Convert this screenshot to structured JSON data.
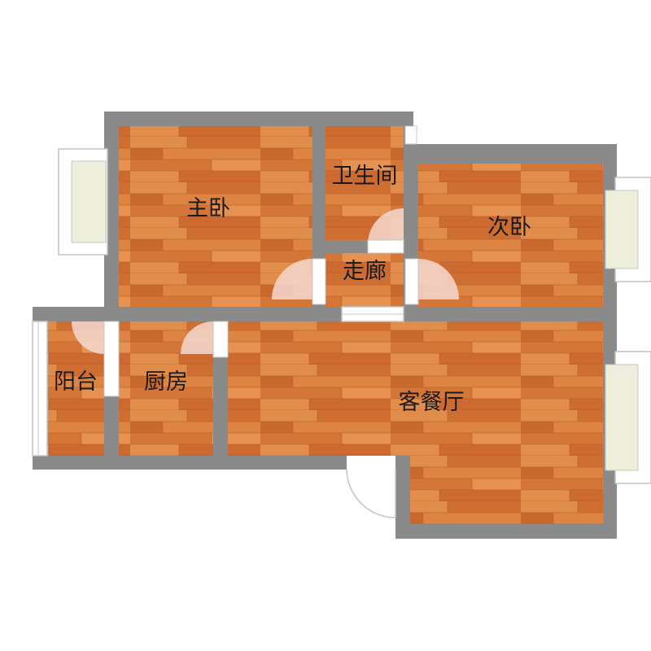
{
  "colors": {
    "wall": "#8a8a8a",
    "floor": "#d4763a",
    "floor_light": "#e08a48",
    "floor_dark": "#c0632c",
    "window_frame": "#b8b8b8",
    "window_glass": "#eeeee0",
    "door_swing": "#f2d6cf",
    "background": "#ffffff"
  },
  "rooms": {
    "master_bedroom": "主卧",
    "bathroom": "卫生间",
    "second_bedroom": "次卧",
    "corridor": "走廊",
    "balcony": "阳台",
    "kitchen": "厨房",
    "living_dining": "客餐厅"
  }
}
